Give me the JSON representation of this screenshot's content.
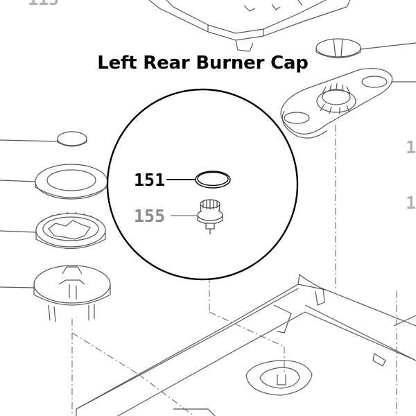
{
  "title": "Left Rear Burner Cap",
  "callouts": {
    "cap_part_number": "151",
    "base_part_number": "155",
    "top_left_partial": "115",
    "right_partial_a": "1",
    "right_partial_b": "1"
  },
  "colors": {
    "line": "#555555",
    "highlight": "#000000",
    "muted": "#8a8a8a",
    "faint": "#b0b0b0"
  }
}
